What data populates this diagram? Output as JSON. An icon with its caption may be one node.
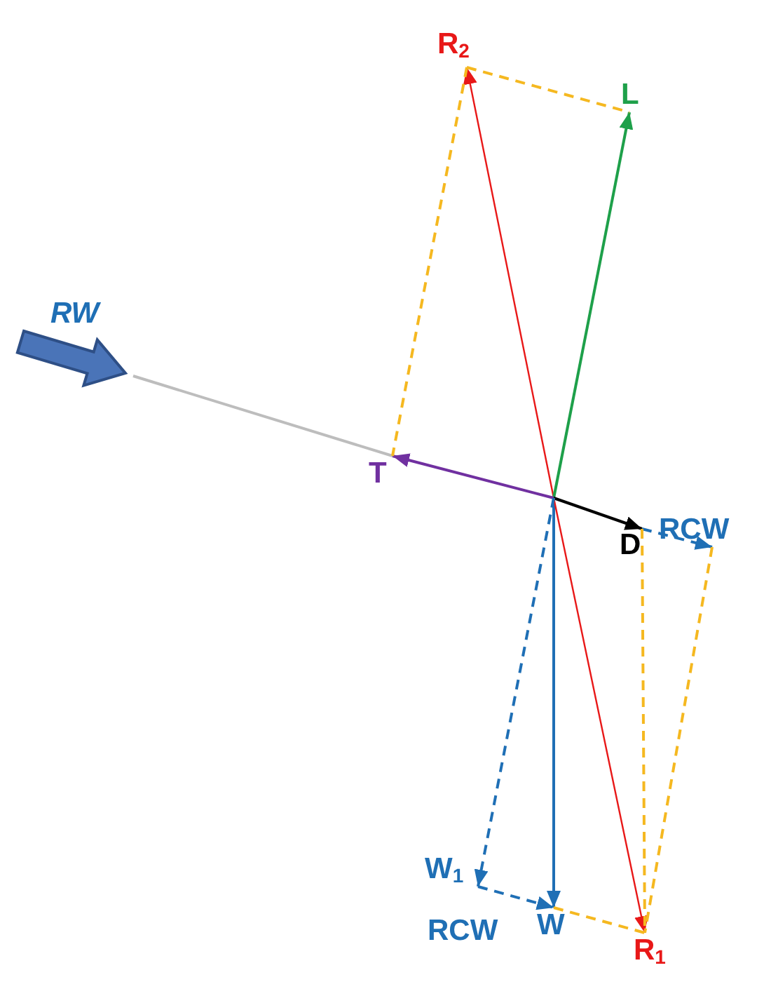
{
  "diagram": {
    "nodes": [
      {
        "text": [
          "R$_{2}$"
        ]
      },
      {
        "text": [
          "L"
        ]
      },
      {
        "text": [
          "T"
        ]
      },
      {
        "text": [
          "D"
        ]
      },
      {
        "text": [
          "RCW"
        ]
      },
      {
        "text": [
          "W$_{1}$"
        ]
      },
      {
        "text": [
          "W"
        ]
      },
      {
        "text": [
          "R$_{1}$"
        ]
      },
      {
        "text": [
          "RW"
        ]
      }
    ],
    "edges": [
      {
        "from": null,
        "to": 0,
        "arrow": "to",
        "color": "#e81818"
      },
      {
        "from": null,
        "to": 1,
        "arrow": "to",
        "color": "#1ea04a"
      },
      {
        "from": null,
        "to": 2,
        "arrow": "to",
        "color": "#7030a0"
      },
      {
        "from": null,
        "to": 3,
        "arrow": "to",
        "color": "#000000"
      },
      {
        "from": null,
        "to": 6,
        "arrow": "to",
        "color": "#1f6fb5"
      },
      {
        "from": null,
        "to": 7,
        "arrow": "to",
        "color": "#e81818"
      },
      {
        "from": null,
        "to": 5,
        "arrow": "to",
        "style": "dashed",
        "color": "#1f6fb5"
      },
      {
        "from": 5,
        "to": 6,
        "arrow": "to",
        "label": "RCW",
        "style": "dashed",
        "color": "#1f6fb5"
      },
      {
        "from": 3,
        "to": 4,
        "arrow": "to",
        "style": "dashed",
        "color": "#1f6fb5"
      },
      {
        "from": 8,
        "to": 2,
        "arrow": "none",
        "color": "#bdbdbd"
      },
      {
        "from": 0,
        "to": 1,
        "arrow": "none",
        "style": "dashed",
        "color": "#f5b820"
      },
      {
        "from": 0,
        "to": 2,
        "arrow": "none",
        "style": "dashed",
        "color": "#f5b820"
      },
      {
        "from": 3,
        "to": 7,
        "arrow": "none",
        "style": "dashed",
        "color": "#f5b820"
      },
      {
        "from": 4,
        "to": 7,
        "arrow": "none",
        "style": "dashed",
        "color": "#f5b820"
      },
      {
        "from": 6,
        "to": 7,
        "arrow": "none",
        "style": "dashed",
        "color": "#f5b820"
      }
    ]
  }
}
